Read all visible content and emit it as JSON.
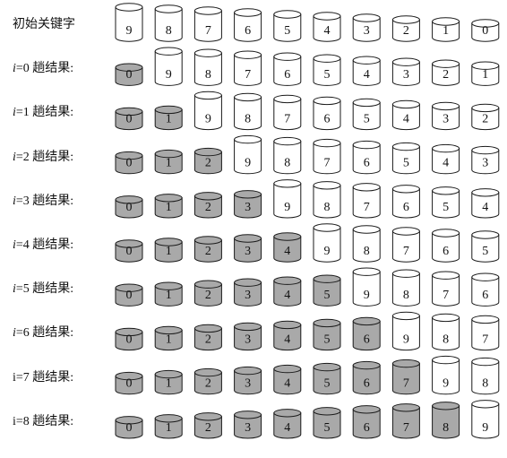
{
  "rows": [
    {
      "label": "初始关键字",
      "var": "",
      "suffix": "",
      "values": [
        9,
        8,
        7,
        6,
        5,
        4,
        3,
        2,
        1,
        0
      ],
      "sorted": 0
    },
    {
      "label": "",
      "var": "i",
      "suffix": "=0 趟结果:",
      "values": [
        0,
        9,
        8,
        7,
        6,
        5,
        4,
        3,
        2,
        1
      ],
      "sorted": 1
    },
    {
      "label": "",
      "var": "i",
      "suffix": "=1 趟结果:",
      "values": [
        0,
        1,
        9,
        8,
        7,
        6,
        5,
        4,
        3,
        2
      ],
      "sorted": 2
    },
    {
      "label": "",
      "var": "i",
      "suffix": "=2 趟结果:",
      "values": [
        0,
        1,
        2,
        9,
        8,
        7,
        6,
        5,
        4,
        3
      ],
      "sorted": 3
    },
    {
      "label": "",
      "var": "i",
      "suffix": "=3 趟结果:",
      "values": [
        0,
        1,
        2,
        3,
        9,
        8,
        7,
        6,
        5,
        4
      ],
      "sorted": 4
    },
    {
      "label": "",
      "var": "i",
      "suffix": "=4 趟结果:",
      "values": [
        0,
        1,
        2,
        3,
        4,
        9,
        8,
        7,
        6,
        5
      ],
      "sorted": 5
    },
    {
      "label": "",
      "var": "i",
      "suffix": "=5 趟结果:",
      "values": [
        0,
        1,
        2,
        3,
        4,
        5,
        9,
        8,
        7,
        6
      ],
      "sorted": 6
    },
    {
      "label": "",
      "var": "i",
      "suffix": "=6 趟结果:",
      "values": [
        0,
        1,
        2,
        3,
        4,
        5,
        6,
        9,
        8,
        7
      ],
      "sorted": 7
    },
    {
      "label": "i=7 趟结果:",
      "var": "",
      "suffix": "",
      "values": [
        0,
        1,
        2,
        3,
        4,
        5,
        6,
        7,
        9,
        8
      ],
      "sorted": 8
    },
    {
      "label": "i=8 趟结果:",
      "var": "",
      "suffix": "",
      "values": [
        0,
        1,
        2,
        3,
        4,
        5,
        6,
        7,
        8,
        9
      ],
      "sorted": 9
    }
  ],
  "colors": {
    "sorted_fill": "#a9a9a9",
    "unsorted_fill": "#ffffff",
    "stroke": "#1a1a1a",
    "text": "#111111"
  }
}
